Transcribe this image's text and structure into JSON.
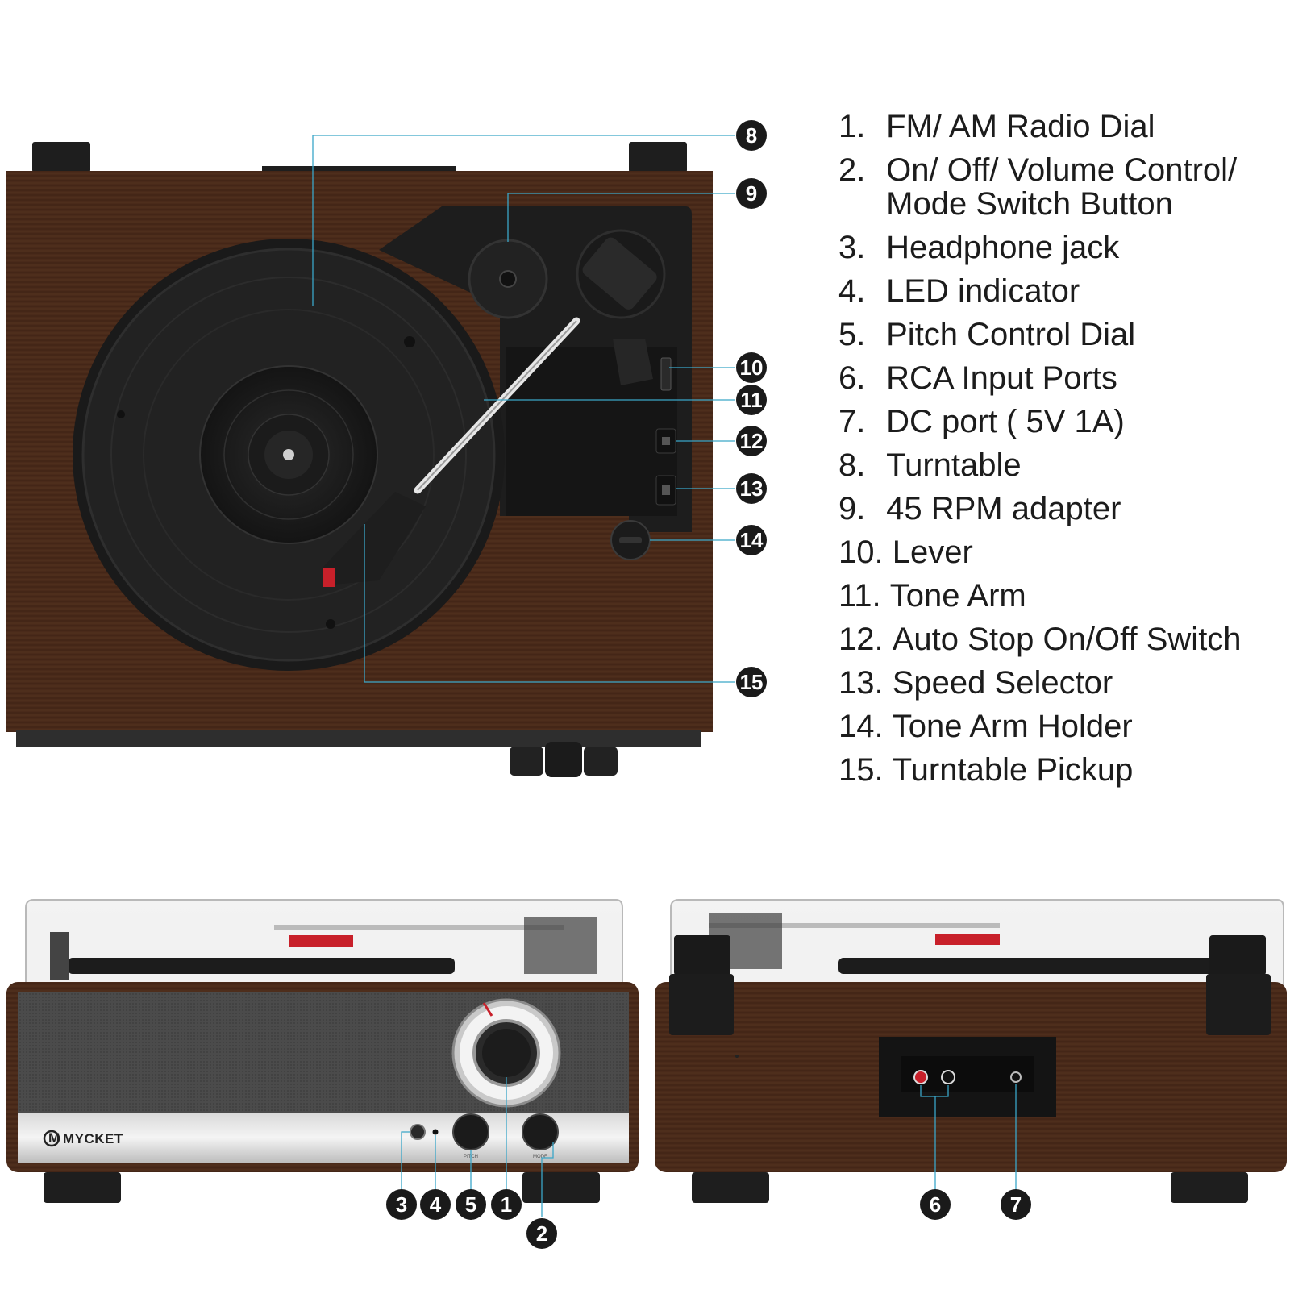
{
  "legend": [
    {
      "num": "1.",
      "text": "FM/ AM Radio Dial"
    },
    {
      "num": "2.",
      "text": "On/ Off/ Volume Control/\nMode Switch Button"
    },
    {
      "num": "3.",
      "text": "Headphone jack"
    },
    {
      "num": "4.",
      "text": "LED indicator"
    },
    {
      "num": "5.",
      "text": "Pitch Control Dial"
    },
    {
      "num": "6.",
      "text": "RCA Input Ports"
    },
    {
      "num": "7.",
      "text": "DC port ( 5V 1A)"
    },
    {
      "num": "8.",
      "text": "Turntable"
    },
    {
      "num": "9.",
      "text": "45 RPM adapter"
    },
    {
      "num": "10.",
      "text": "Lever"
    },
    {
      "num": "11.",
      "text": "Tone Arm"
    },
    {
      "num": "12.",
      "text": "Auto Stop On/Off Switch"
    },
    {
      "num": "13.",
      "text": "Speed Selector"
    },
    {
      "num": "14.",
      "text": "Tone Arm Holder"
    },
    {
      "num": "15.",
      "text": "Turntable Pickup"
    }
  ],
  "callouts": [
    "8",
    "9",
    "10",
    "11",
    "12",
    "13",
    "14",
    "15",
    "3",
    "4",
    "5",
    "1",
    "2",
    "6",
    "7"
  ],
  "brand": "MYCKET",
  "knob_labels": {
    "pitch": "PITCH",
    "mode": "MODE"
  },
  "colors": {
    "wood": "#4a2a1a",
    "callout": "#1a1a1a",
    "leader": "#3aa6c8",
    "fabric": "#4a4a4a"
  }
}
